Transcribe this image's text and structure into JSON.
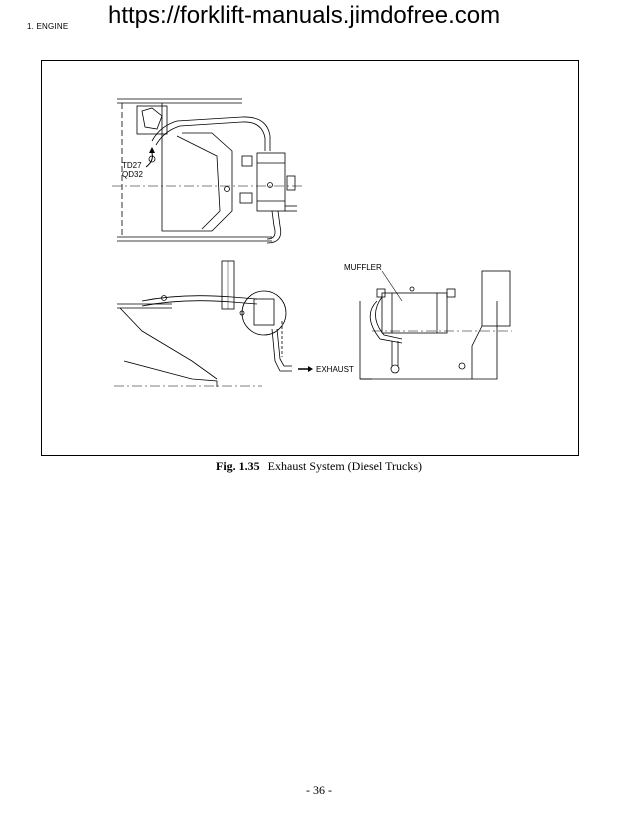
{
  "header": {
    "section": "1.  ENGINE",
    "url": "https://forklift-manuals.jimdofree.com"
  },
  "figure": {
    "labels": {
      "engine_models_1": "TD27",
      "engine_models_2": "QD32",
      "muffler": "MUFFLER",
      "exhaust": "EXHAUST"
    },
    "caption_number": "Fig. 1.35",
    "caption_text": "Exhaust System (Diesel Trucks)"
  },
  "footer": {
    "page_number": "- 36 -"
  }
}
